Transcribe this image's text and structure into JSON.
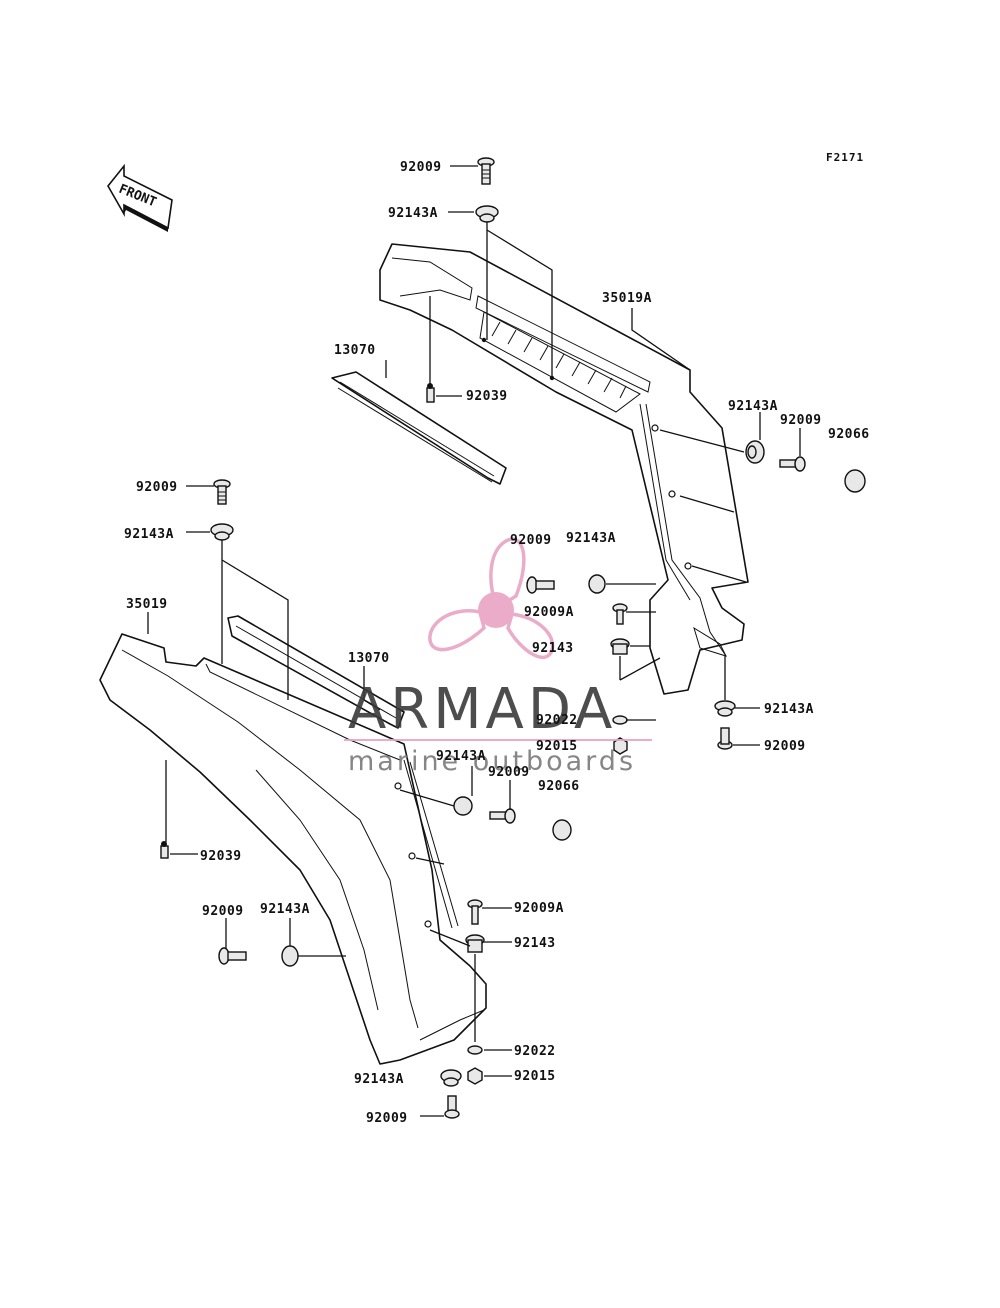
{
  "figure_code": "F2171",
  "front_label": "FRONT",
  "watermark": {
    "brand": "ARMADA",
    "tagline": "marine outboards",
    "accent_color": "#e8a4c4",
    "text_color": "#3a3a3a"
  },
  "callouts": [
    {
      "id": "c1",
      "text": "92009"
    },
    {
      "id": "c2",
      "text": "92143A"
    },
    {
      "id": "c3",
      "text": "35019A"
    },
    {
      "id": "c4",
      "text": "13070"
    },
    {
      "id": "c5",
      "text": "92039"
    },
    {
      "id": "c6",
      "text": "92143A"
    },
    {
      "id": "c7",
      "text": "92009"
    },
    {
      "id": "c8",
      "text": "92066"
    },
    {
      "id": "c9",
      "text": "92009"
    },
    {
      "id": "c10",
      "text": "92143A"
    },
    {
      "id": "c11",
      "text": "92009"
    },
    {
      "id": "c12",
      "text": "92143A"
    },
    {
      "id": "c13",
      "text": "92009A"
    },
    {
      "id": "c14",
      "text": "92143"
    },
    {
      "id": "c15",
      "text": "35019"
    },
    {
      "id": "c16",
      "text": "13070"
    },
    {
      "id": "c17",
      "text": "92022"
    },
    {
      "id": "c18",
      "text": "92015"
    },
    {
      "id": "c19",
      "text": "92143A"
    },
    {
      "id": "c20",
      "text": "92009"
    },
    {
      "id": "c21",
      "text": "92143A"
    },
    {
      "id": "c22",
      "text": "92009"
    },
    {
      "id": "c23",
      "text": "92066"
    },
    {
      "id": "c24",
      "text": "92039"
    },
    {
      "id": "c25",
      "text": "92009"
    },
    {
      "id": "c26",
      "text": "92143A"
    },
    {
      "id": "c27",
      "text": "92009A"
    },
    {
      "id": "c28",
      "text": "92143"
    },
    {
      "id": "c29",
      "text": "92022"
    },
    {
      "id": "c30",
      "text": "92143A"
    },
    {
      "id": "c31",
      "text": "92015"
    },
    {
      "id": "c32",
      "text": "92009"
    }
  ]
}
